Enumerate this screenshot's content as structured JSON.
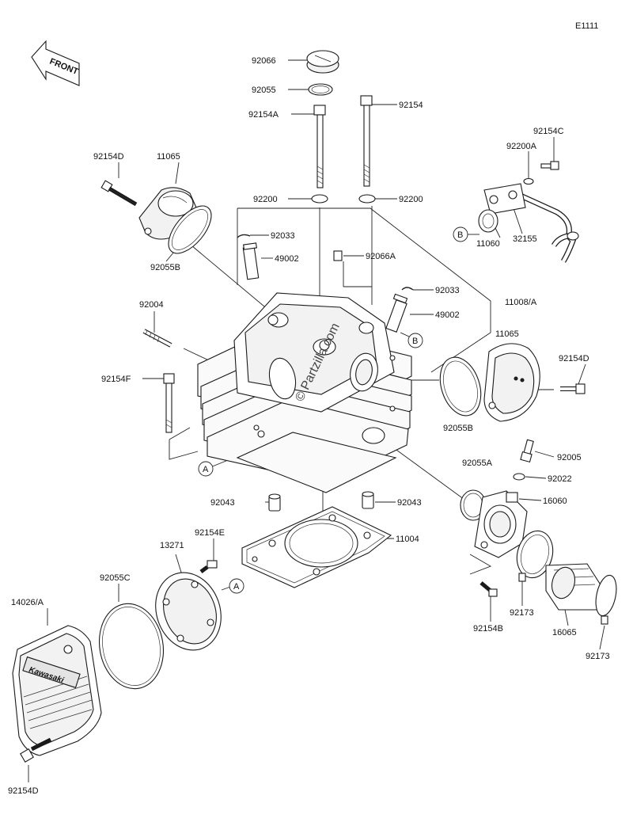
{
  "diagram_code": "E1111",
  "front_label": "FRONT",
  "watermark": "© Partzilla.com",
  "cover_brand": "Kawasaki",
  "ref_marks": {
    "a": "A",
    "b": "B"
  },
  "parts": {
    "p92066": "92066",
    "p92055": "92055",
    "p92154A": "92154A",
    "p92154": "92154",
    "p92154C": "92154C",
    "p92200A": "92200A",
    "p92154D_top": "92154D",
    "p11065_left": "11065",
    "p92200_left": "92200",
    "p92200_right": "92200",
    "p92033_top": "92033",
    "p49002_top": "49002",
    "p92066A": "92066A",
    "p92055B_left": "92055B",
    "p11060": "11060",
    "p32155": "32155",
    "p92033_mid": "92033",
    "p11008A": "11008/A",
    "p92004": "92004",
    "p49002_mid": "49002",
    "p11065_right": "11065",
    "p92154D_right": "92154D",
    "p92154F": "92154F",
    "p92055B_right": "92055B",
    "p92005": "92005",
    "p92055A": "92055A",
    "p92022": "92022",
    "p92043_left": "92043",
    "p92043_right": "92043",
    "p16060": "16060",
    "p13271": "13271",
    "p92154E": "92154E",
    "p11004": "11004",
    "p92055C": "92055C",
    "p14026A": "14026/A",
    "p92173_mid": "92173",
    "p92154B": "92154B",
    "p16065": "16065",
    "p92173_right": "92173",
    "p92154D_bottom": "92154D"
  }
}
